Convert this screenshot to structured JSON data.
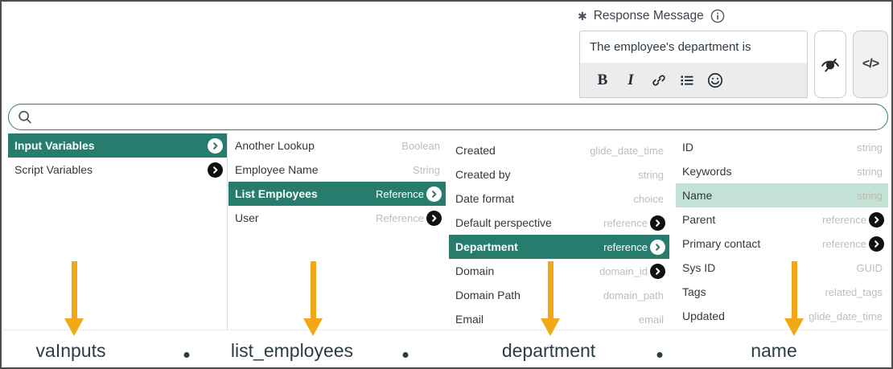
{
  "response_message": {
    "required_marker": "✱",
    "label": "Response Message",
    "input_value": "The employee's department is",
    "toolbar": {
      "bold_label": "B",
      "italic_label": "I",
      "icons": [
        "bold",
        "italic",
        "link",
        "unordered-list",
        "emoji"
      ]
    },
    "code_button_label": "</>"
  },
  "search": {
    "value": "",
    "placeholder": ""
  },
  "picker": {
    "columns": [
      {
        "name": "variable-categories",
        "items": [
          {
            "label": "Input Variables",
            "type": "",
            "chevron": "light",
            "state": "selected"
          },
          {
            "label": "Script Variables",
            "type": "",
            "chevron": "dark",
            "state": "normal"
          }
        ]
      },
      {
        "name": "input-variables",
        "items": [
          {
            "label": "Another Lookup",
            "type": "Boolean",
            "chevron": "none",
            "state": "normal"
          },
          {
            "label": "Employee Name",
            "type": "String",
            "chevron": "none",
            "state": "normal"
          },
          {
            "label": "List Employees",
            "type": "Reference",
            "chevron": "light",
            "state": "selected"
          },
          {
            "label": "User",
            "type": "Reference",
            "chevron": "dark",
            "state": "normal"
          }
        ]
      },
      {
        "name": "list-employees-fields",
        "items": [
          {
            "label": "Created",
            "type": "glide_date_time",
            "chevron": "none",
            "state": "normal"
          },
          {
            "label": "Created by",
            "type": "string",
            "chevron": "none",
            "state": "normal"
          },
          {
            "label": "Date format",
            "type": "choice",
            "chevron": "none",
            "state": "normal"
          },
          {
            "label": "Default perspective",
            "type": "reference",
            "chevron": "dark",
            "state": "normal"
          },
          {
            "label": "Department",
            "type": "reference",
            "chevron": "light",
            "state": "selected"
          },
          {
            "label": "Domain",
            "type": "domain_id",
            "chevron": "dark",
            "state": "normal"
          },
          {
            "label": "Domain Path",
            "type": "domain_path",
            "chevron": "none",
            "state": "normal"
          },
          {
            "label": "Email",
            "type": "email",
            "chevron": "none",
            "state": "normal"
          }
        ]
      },
      {
        "name": "department-fields",
        "items": [
          {
            "label": "ID",
            "type": "string",
            "chevron": "none",
            "state": "normal"
          },
          {
            "label": "Keywords",
            "type": "string",
            "chevron": "none",
            "state": "normal"
          },
          {
            "label": "Name",
            "type": "string",
            "chevron": "none",
            "state": "highlighted"
          },
          {
            "label": "Parent",
            "type": "reference",
            "chevron": "dark",
            "state": "normal"
          },
          {
            "label": "Primary contact",
            "type": "reference",
            "chevron": "dark",
            "state": "normal"
          },
          {
            "label": "Sys ID",
            "type": "GUID",
            "chevron": "none",
            "state": "normal"
          },
          {
            "label": "Tags",
            "type": "related_tags",
            "chevron": "none",
            "state": "normal"
          },
          {
            "label": "Updated",
            "type": "glide_date_time",
            "chevron": "none",
            "state": "normal"
          }
        ]
      }
    ]
  },
  "expression": {
    "parts": [
      "vaInputs",
      "list_employees",
      "department",
      "name"
    ],
    "separator": "."
  },
  "colors": {
    "accent": "#277c6e",
    "highlight_mint": "#c3e1d5",
    "arrow": "#f2a716",
    "type_muted": "#b8bec4"
  }
}
